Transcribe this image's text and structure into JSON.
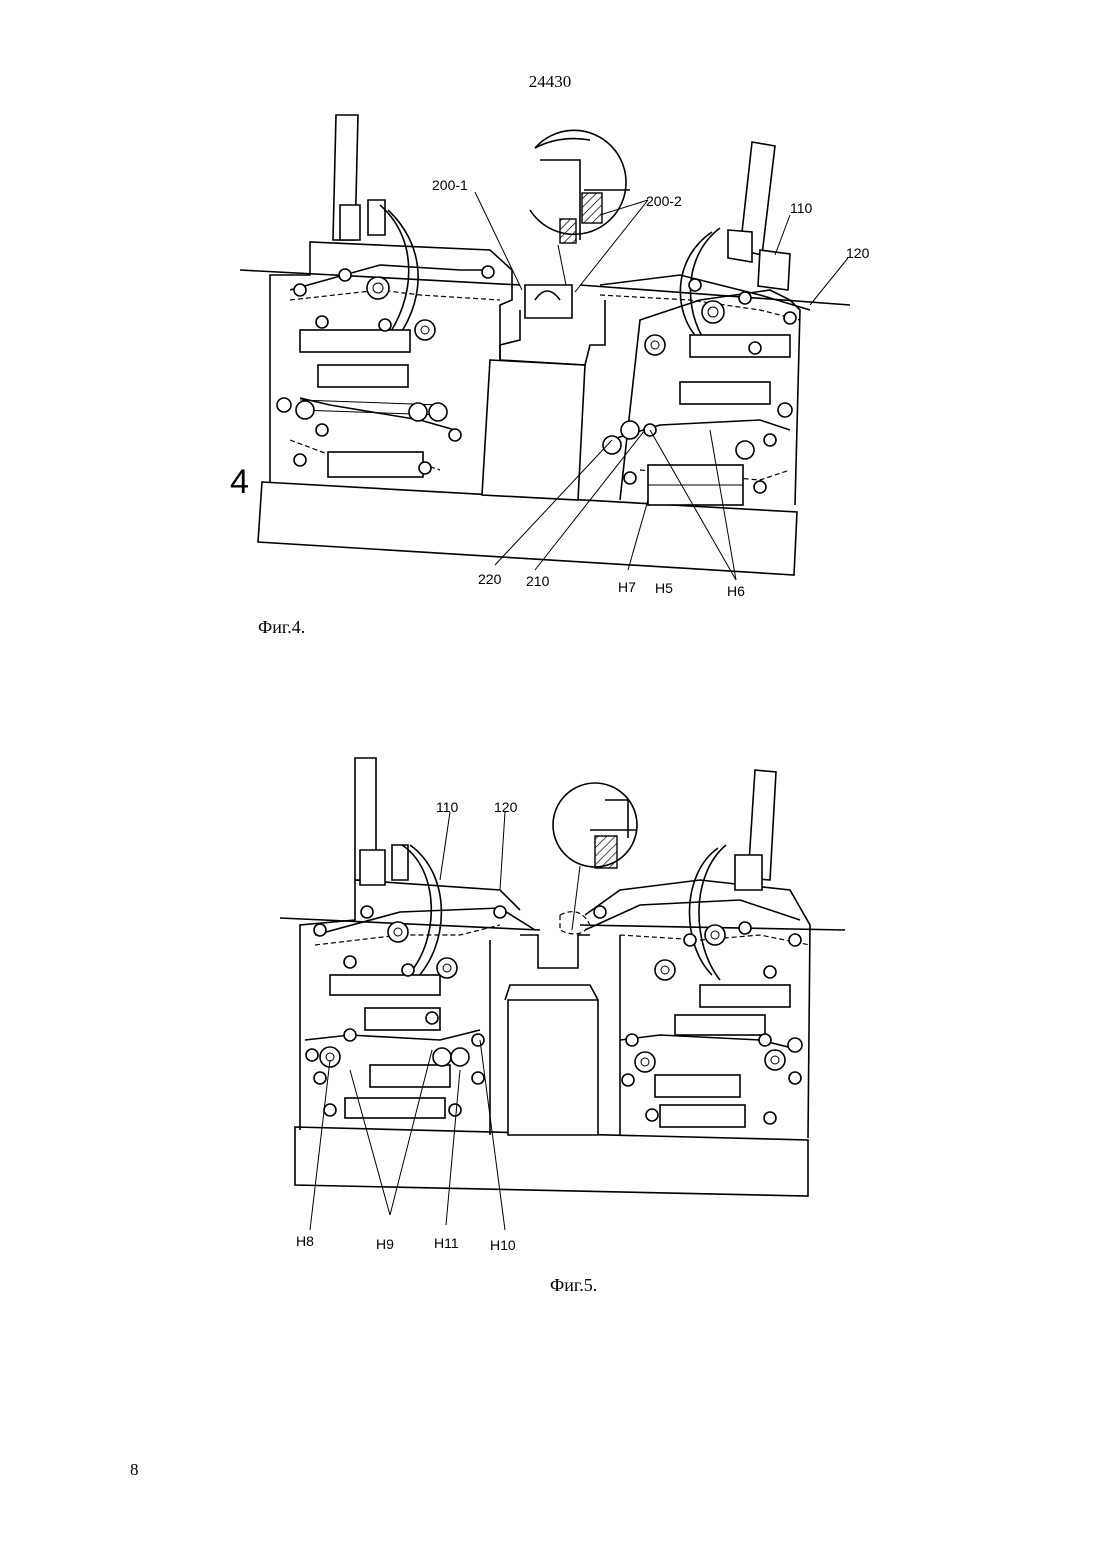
{
  "header": {
    "doc_number": "24430"
  },
  "footer": {
    "page_number": "8"
  },
  "figure4": {
    "caption": "Фиг.4.",
    "side_label": "4",
    "labels": {
      "l200_1": "200-1",
      "l200_2": "200-2",
      "l110": "110",
      "l120": "120",
      "l220": "220",
      "l210": "210",
      "lH7": "H7",
      "lH5": "H5",
      "lH6": "H6"
    }
  },
  "figure5": {
    "caption": "Фиг.5.",
    "labels": {
      "l110": "110",
      "l120": "120",
      "lH8": "H8",
      "lH9": "H9",
      "lH11": "H11",
      "lH10": "H10"
    }
  }
}
